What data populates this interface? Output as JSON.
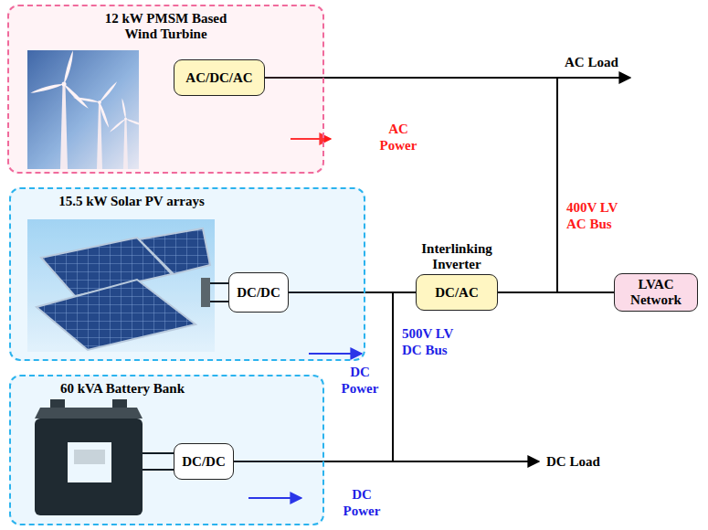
{
  "diagram": {
    "nodes": [
      {
        "text": [
          "12 kW PMSM Based Wind Turbine"
        ]
      },
      {
        "text": [
          "AC/DC/AC"
        ],
        "in": 0
      },
      {
        "text": [
          "15.5 kW Solar PV arrays"
        ]
      },
      {
        "text": [
          "DC/DC"
        ],
        "in": 2
      },
      {
        "text": [
          "60 kVA Battery Bank"
        ]
      },
      {
        "text": [
          "DC/DC"
        ],
        "in": 4
      },
      {
        "text": [
          "Interlinking Inverter",
          "DC/AC"
        ]
      },
      {
        "text": [
          "LVAC Network"
        ]
      }
    ],
    "edges": [
      {
        "from": 1,
        "to": 6,
        "arrow": "none"
      },
      {
        "from": 1,
        "to": 7,
        "arrow": "none"
      },
      {
        "from": 6,
        "to": 7,
        "arrow": "none"
      },
      {
        "from": 3,
        "to": 6,
        "arrow": "none"
      },
      {
        "from": 5,
        "to": 6,
        "arrow": "none"
      },
      {
        "from": 3,
        "to": 5,
        "arrow": "none"
      }
    ],
    "labels": [
      "AC Load",
      "AC Power",
      "400V LV AC Bus",
      "DC Power",
      "500V LV DC Bus",
      "DC Load",
      "DC Power"
    ]
  }
}
